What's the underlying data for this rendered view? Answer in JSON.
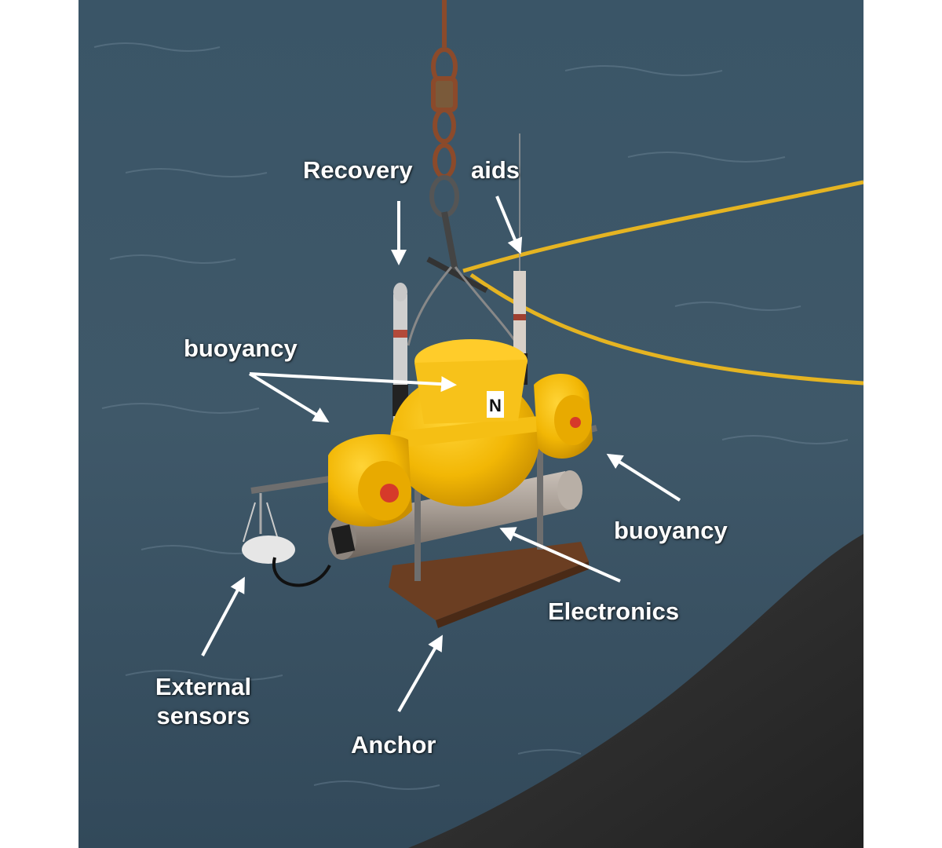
{
  "labels": {
    "recovery": "Recovery",
    "aids": "aids",
    "buoyancy_left": "buoyancy",
    "buoyancy_right": "buoyancy",
    "electronics": "Electronics",
    "external_line1": "External",
    "external_line2": "sensors",
    "anchor": "Anchor"
  },
  "colors": {
    "sea": "#3d5566",
    "float_yellow": "#f2b705",
    "rope": "#e5b422",
    "hull": "#2f2f2f",
    "label_text": "#ffffff"
  }
}
